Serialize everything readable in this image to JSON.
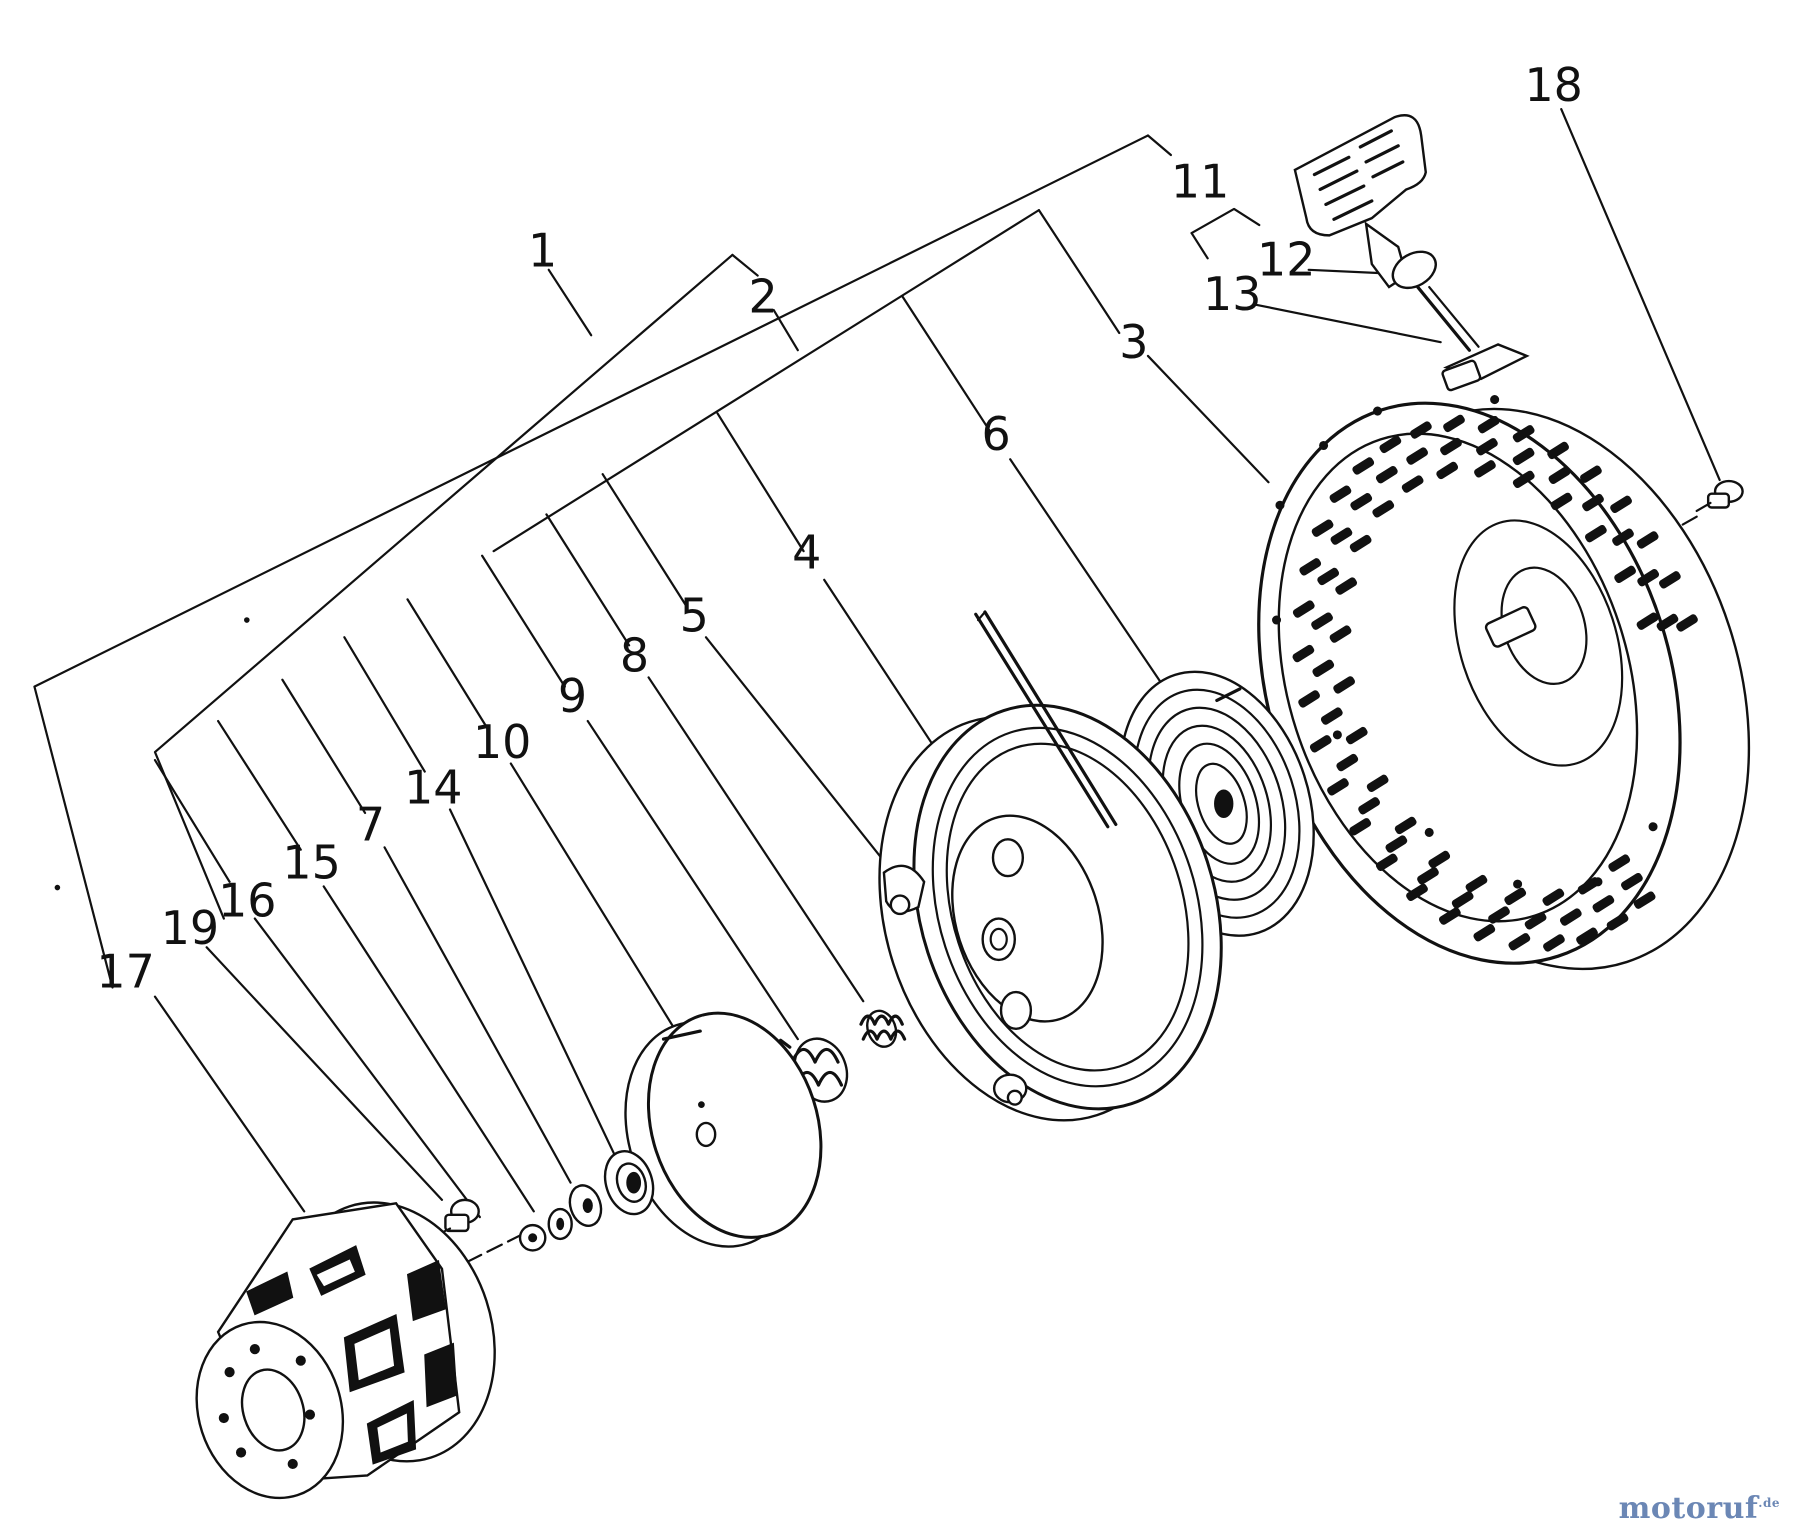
{
  "labels": {
    "p1": "1",
    "p2": "2",
    "p3": "3",
    "p4": "4",
    "p5": "5",
    "p6": "6",
    "p7": "7",
    "p8": "8",
    "p9": "9",
    "p10": "10",
    "p11": "11",
    "p12": "12",
    "p13": "13",
    "p14": "14",
    "p15": "15",
    "p16": "16",
    "p17": "17",
    "p18": "18",
    "p19": "19"
  },
  "watermark": {
    "brand": "motoruf",
    "tld": ".de"
  },
  "colors": {
    "ink": "#111111",
    "watermark": "#6b87b5",
    "background": "#ffffff"
  }
}
